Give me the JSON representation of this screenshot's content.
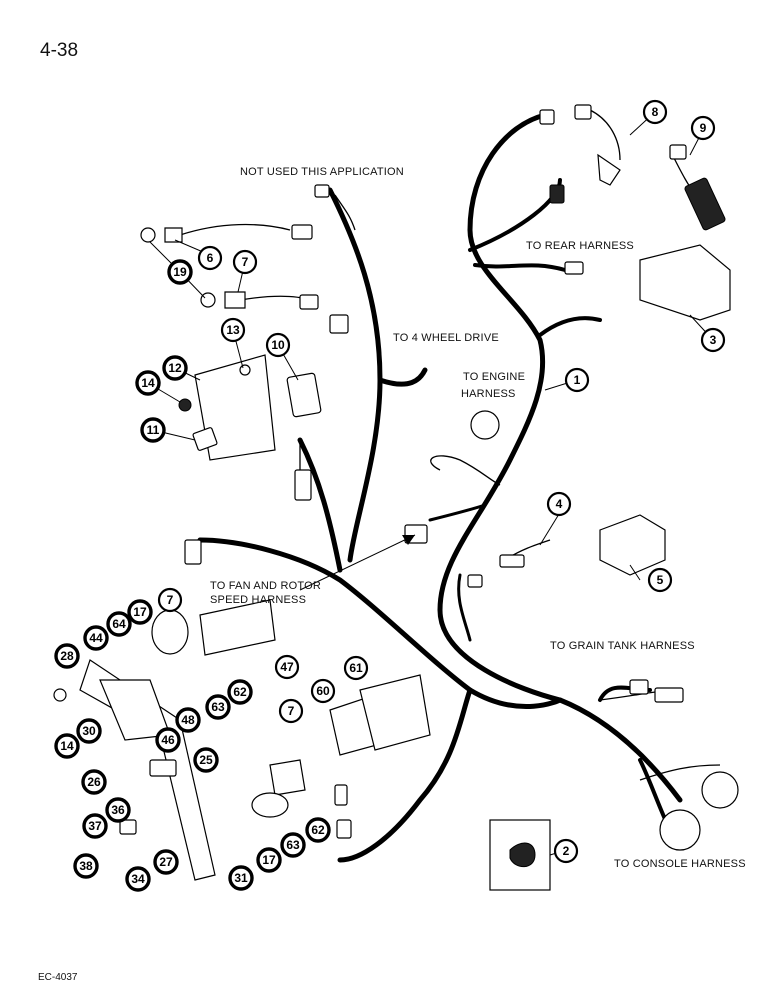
{
  "page": {
    "number": "4-38",
    "footer_code": "EC-4037"
  },
  "labels": {
    "not_used": "NOT USED THIS APPLICATION",
    "to_rear": "TO REAR HARNESS",
    "to_4wd": "TO 4 WHEEL DRIVE",
    "to_engine_1": "TO ENGINE",
    "to_engine_2": "HARNESS",
    "to_fan_1": "TO FAN AND ROTOR",
    "to_fan_2": "SPEED HARNESS",
    "to_grain": "TO GRAIN TANK HARNESS",
    "to_console": "TO CONSOLE HARNESS"
  },
  "callouts": [
    "1",
    "2",
    "3",
    "4",
    "5",
    "6",
    "7",
    "8",
    "9",
    "10",
    "11",
    "12",
    "13",
    "14",
    "17",
    "19",
    "25",
    "26",
    "27",
    "28",
    "30",
    "31",
    "34",
    "36",
    "37",
    "38",
    "44",
    "46",
    "47",
    "48",
    "60",
    "61",
    "62",
    "63",
    "64"
  ]
}
